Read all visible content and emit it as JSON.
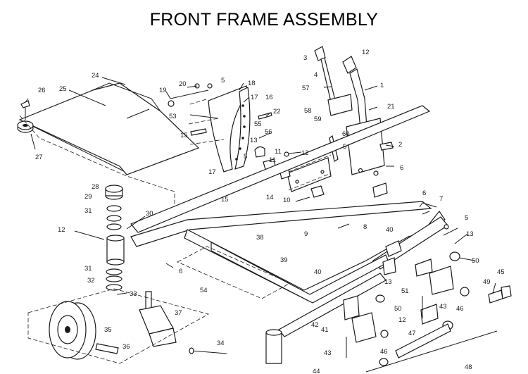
{
  "title": "FRONT FRAME ASSEMBLY",
  "colors": {
    "ink": "#1a1a1a",
    "paper": "#ffffff"
  },
  "callouts": {
    "c1": "1",
    "c2": "2",
    "c3": "3",
    "c4": "4",
    "c5a": "5",
    "c5b": "5",
    "c5c": "5",
    "c5d": "5",
    "c6a": "6",
    "c6b": "6",
    "c6c": "6",
    "c7": "7",
    "c8": "8",
    "c9": "9",
    "c10": "10",
    "c11a": "11",
    "c11b": "11",
    "c12a": "12",
    "c12b": "12",
    "c12c": "12",
    "c12d": "12",
    "c13a": "13",
    "c13b": "13",
    "c13c": "13",
    "c14": "14",
    "c15a": "15",
    "c15b": "15",
    "c16": "16",
    "c17a": "17",
    "c17b": "17",
    "c18": "18",
    "c19": "19",
    "c20": "20",
    "c21": "21",
    "c22": "22",
    "c24": "24",
    "c25": "25",
    "c26": "26",
    "c27": "27",
    "c28": "28",
    "c29": "29",
    "c30": "30",
    "c31a": "31",
    "c31b": "31",
    "c32": "32",
    "c33": "33",
    "c34": "34",
    "c35": "35",
    "c36": "36",
    "c37": "37",
    "c38": "38",
    "c39": "39",
    "c40a": "40",
    "c40b": "40",
    "c41": "41",
    "c42": "42",
    "c43a": "43",
    "c43b": "43",
    "c44": "44",
    "c45": "45",
    "c46a": "46",
    "c46b": "46",
    "c47": "47",
    "c48": "48",
    "c49": "49",
    "c50a": "50",
    "c50b": "50",
    "c51": "51",
    "c53": "53",
    "c54": "54",
    "c55": "55",
    "c56": "56",
    "c57": "57",
    "c58": "58",
    "c59": "59",
    "c60": "60"
  }
}
